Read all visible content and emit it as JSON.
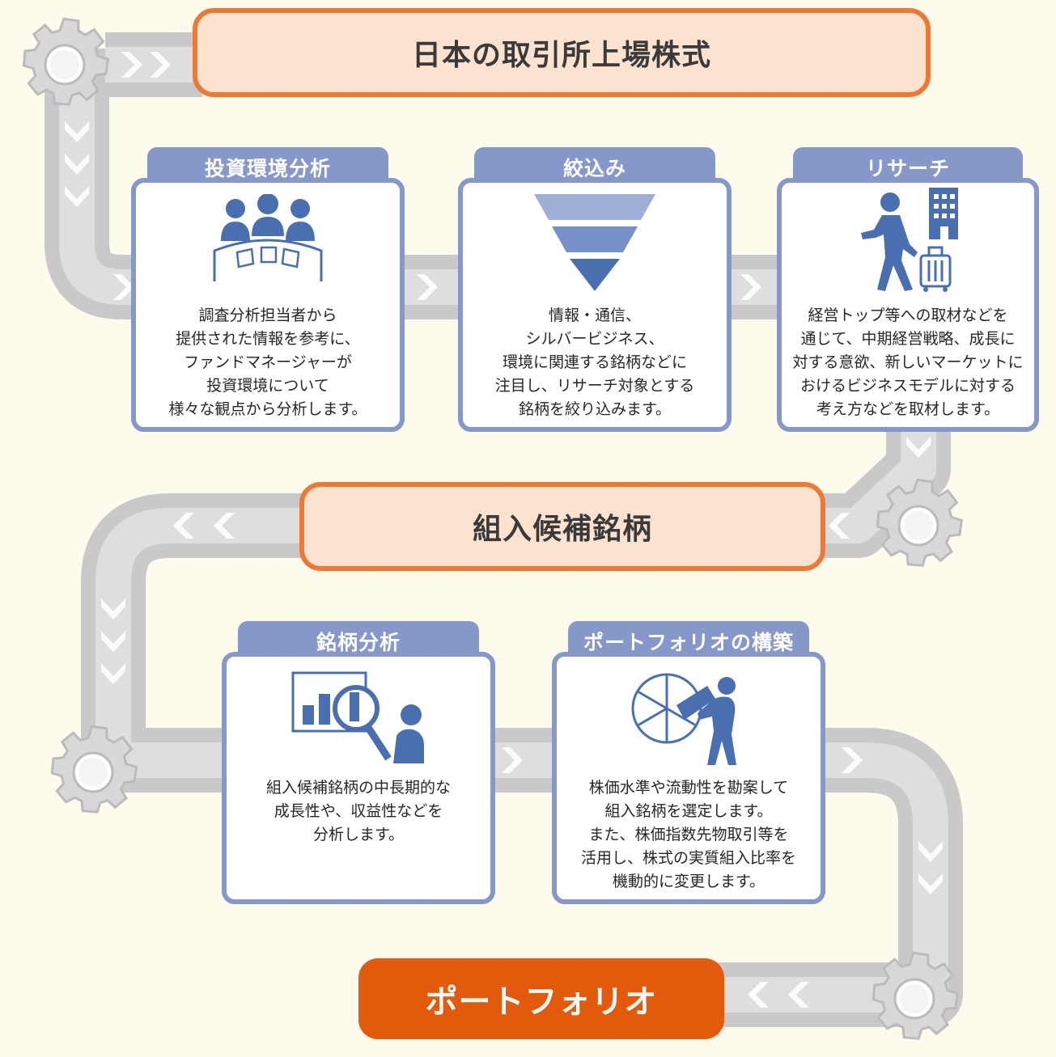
{
  "banners": {
    "top": "日本の取引所上場株式",
    "middle": "組入候補銘柄",
    "bottom": "ポートフォリオ"
  },
  "steps": [
    {
      "title": "投資環境分析",
      "icon": "meeting-people-icon",
      "lines": [
        "調査分析担当者から",
        "提供された情報を参考に、",
        "ファンドマネージャーが",
        "投資環境について",
        "様々な観点から分析します。"
      ]
    },
    {
      "title": "絞込み",
      "icon": "funnel-icon",
      "lines": [
        "情報・通信、",
        "シルバービジネス、",
        "環境に関連する銘柄などに",
        "注目し、リサーチ対象とする",
        "銘柄を絞り込みます。"
      ]
    },
    {
      "title": "リサーチ",
      "icon": "business-traveler-icon",
      "lines": [
        "経営トップ等への取材などを",
        "通じて、中期経営戦略、成長に",
        "対する意欲、新しいマーケットに",
        "おけるビジネスモデルに対する",
        "考え方などを取材します。"
      ]
    },
    {
      "title": "銘柄分析",
      "icon": "magnifier-chart-icon",
      "lines": [
        "組入候補銘柄の中長期的な",
        "成長性や、収益性などを",
        "分析します。"
      ]
    },
    {
      "title": "ポートフォリオの構築",
      "icon": "pie-chart-person-icon",
      "lines": [
        "株価水準や流動性を勘案して",
        "組入銘柄を選定します。",
        "また、株価指数先物取引等を",
        "活用し、株式の実質組入比率を",
        "機動的に変更します。"
      ]
    }
  ],
  "colors": {
    "background": "#fdfbec",
    "banner_fill": "#fbe3d0",
    "banner_border": "#ec7a35",
    "final_banner": "#e35a0c",
    "card_accent": "#8598c9",
    "icon_blue": "#4a6fb0",
    "road_gray": "#d0d0d0"
  }
}
